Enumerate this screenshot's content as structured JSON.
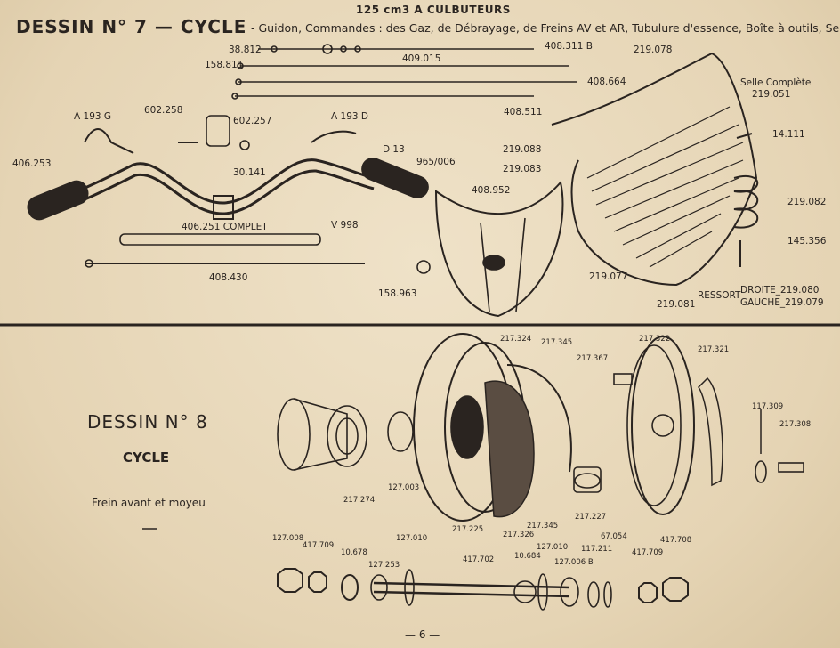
{
  "header": {
    "top_line": "125 cm3 A CULBUTEURS",
    "drawing7_title": "DESSIN N° 7 — CYCLE",
    "drawing7_description": "- Guidon, Commandes : des Gaz, de Débrayage, de Freins AV et AR, Tubulure d'essence, Boîte à outils, Selle."
  },
  "drawing7_labels": [
    "38.812",
    "158.811",
    "409.015",
    "408.311 B",
    "219.078",
    "408.664",
    "408.511",
    "Selle Complète",
    "219.051",
    "602.258",
    "602.257",
    "A 193 G",
    "A 193 D",
    "30.141",
    "D 13",
    "965/006",
    "406.253",
    "219.088",
    "219.083",
    "14.111",
    "219.082",
    "408.952",
    "406.251 COMPLET",
    "V 998",
    "408.430",
    "158.963",
    "145.356",
    "219.077",
    "219.081",
    "RESSORT",
    "DROITE_219.080",
    "GAUCHE_219.079"
  ],
  "drawing8": {
    "title": "DESSIN N° 8",
    "subtitle": "CYCLE",
    "caption": "Frein avant et moyeu",
    "labels": [
      "217.324",
      "217.345",
      "217.322",
      "217.321",
      "217.367",
      "117.309",
      "217.308",
      "217.274",
      "127.003",
      "217.225",
      "217.326",
      "217.345",
      "217.227",
      "127.008",
      "417.709",
      "10.678",
      "127.010",
      "127.253",
      "417.702",
      "10.684",
      "127.010",
      "117.211",
      "127.006 B",
      "67.054",
      "417.709",
      "417.708"
    ]
  },
  "footer": {
    "page_number": "— 6 —"
  }
}
